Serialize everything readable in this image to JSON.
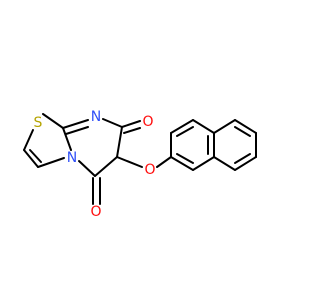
{
  "molecule": {
    "atoms": {
      "sulfur": {
        "label": "S",
        "color": "#b5a400"
      },
      "ring_nitrogen_imine": {
        "label": "N",
        "color": "#3050f8"
      },
      "ring_nitrogen_bridge": {
        "label": "N",
        "color": "#3050f8"
      },
      "carbonyl_oxygen_top": {
        "label": "O",
        "color": "#ff0d0d"
      },
      "carbonyl_oxygen_bottom": {
        "label": "O",
        "color": "#ff0d0d"
      },
      "ether_oxygen": {
        "label": "O",
        "color": "#ff0d0d"
      }
    },
    "bond_color": "#000000",
    "background": "#ffffff"
  }
}
